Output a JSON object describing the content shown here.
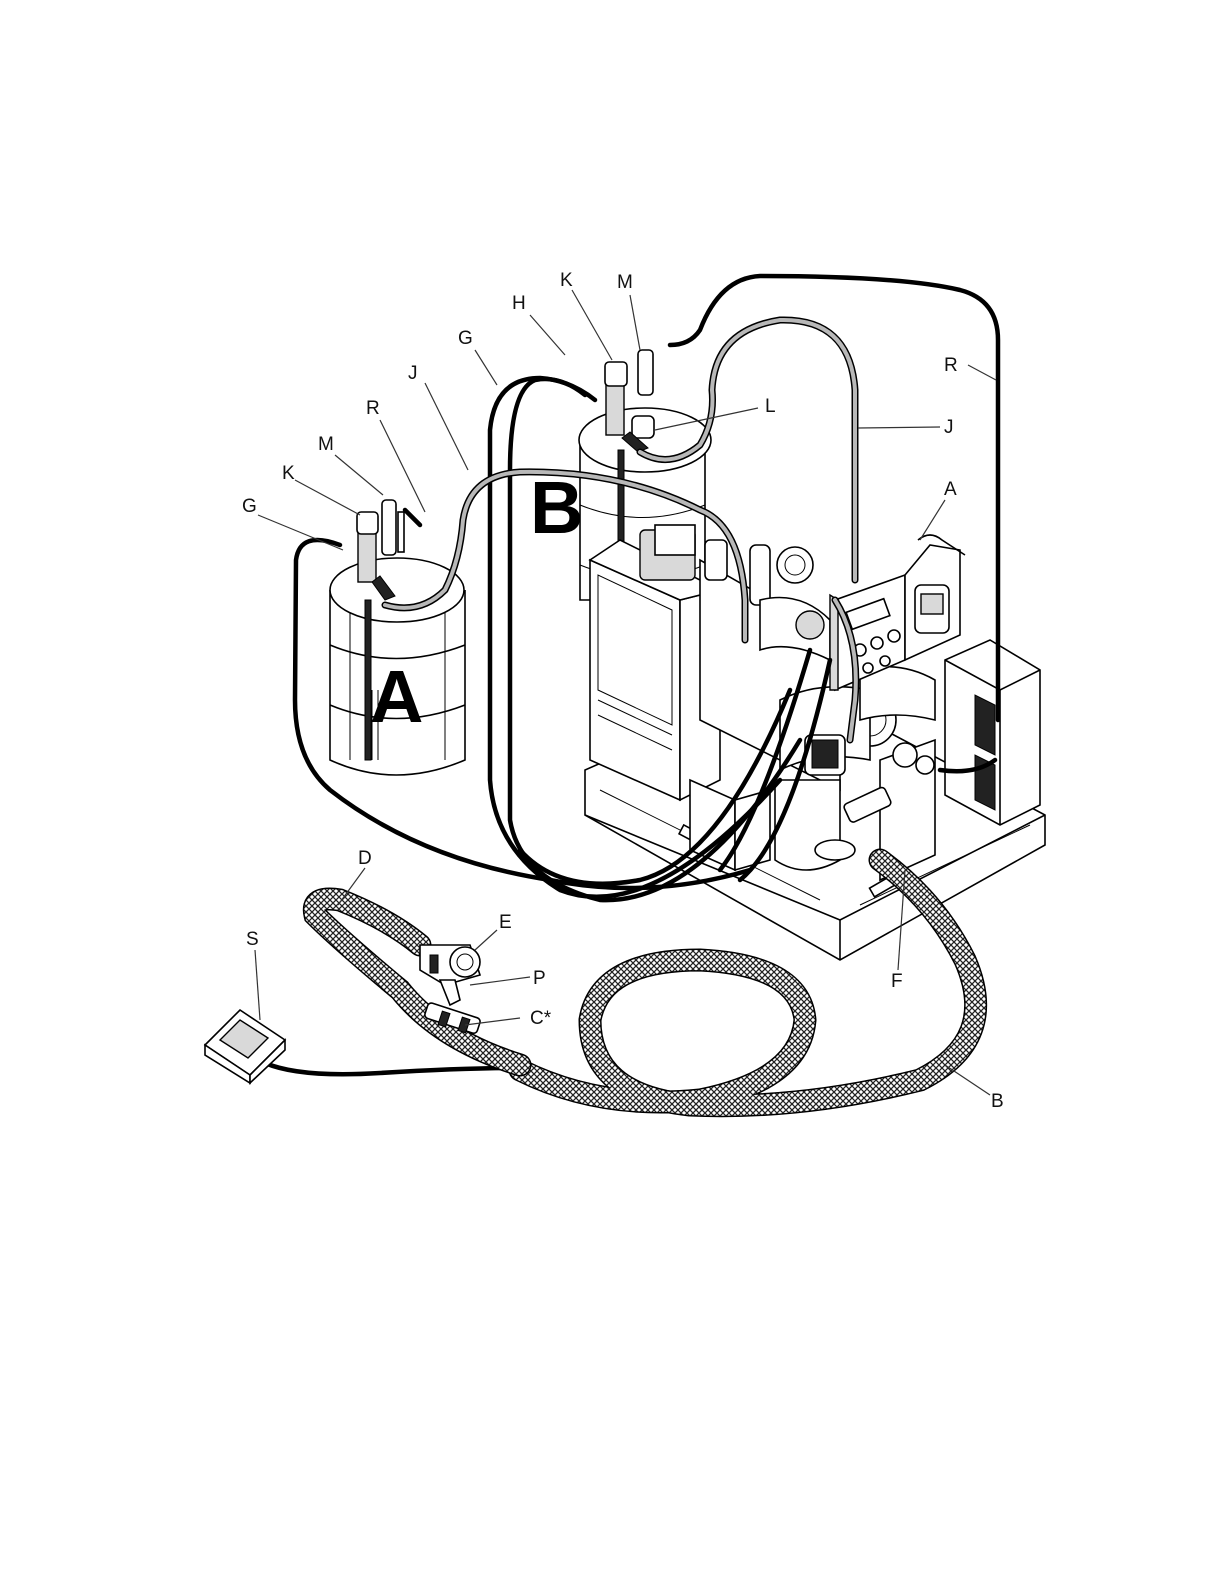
{
  "diagram": {
    "drum_letters": [
      "A",
      "B"
    ],
    "callouts": [
      {
        "id": "M_b",
        "text": "M"
      },
      {
        "id": "K_b",
        "text": "K"
      },
      {
        "id": "H",
        "text": "H"
      },
      {
        "id": "G_b",
        "text": "G"
      },
      {
        "id": "J_a",
        "text": "J"
      },
      {
        "id": "R_a",
        "text": "R"
      },
      {
        "id": "M_a",
        "text": "M"
      },
      {
        "id": "K_a",
        "text": "K"
      },
      {
        "id": "G_a",
        "text": "G"
      },
      {
        "id": "L",
        "text": "L"
      },
      {
        "id": "R_b",
        "text": "R"
      },
      {
        "id": "J_b",
        "text": "J"
      },
      {
        "id": "A_proportioner",
        "text": "A"
      },
      {
        "id": "D",
        "text": "D"
      },
      {
        "id": "E",
        "text": "E"
      },
      {
        "id": "P",
        "text": "P"
      },
      {
        "id": "C",
        "text": "C*"
      },
      {
        "id": "S",
        "text": "S"
      },
      {
        "id": "F",
        "text": "F"
      },
      {
        "id": "B_hose",
        "text": "B"
      }
    ]
  }
}
